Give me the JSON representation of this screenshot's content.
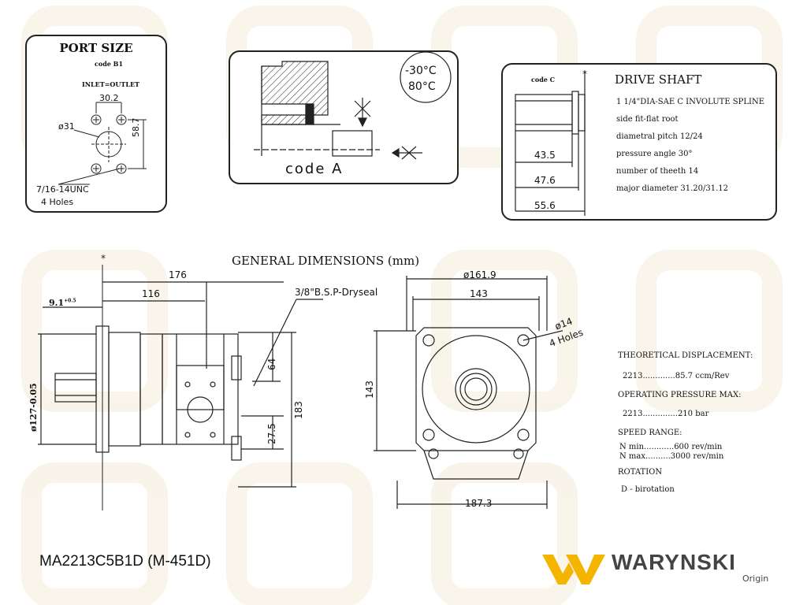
{
  "port_size": {
    "title": "PORT SIZE",
    "code": "code B1",
    "inlet_outlet": "INLET=OUTLET",
    "dim_horizontal": "30.2",
    "dim_vertical": "58.7",
    "dim_diameter": "ø31",
    "thread": "7/16-14UNC",
    "holes": "4 Holes"
  },
  "seal_panel": {
    "temp_low": "-30°C",
    "temp_high": "80°C",
    "code_label": "code A"
  },
  "drive_shaft": {
    "code": "code C",
    "title": "DRIVE SHAFT",
    "specs": [
      "1 1/4\"DIA-SAE C  INVOLUTE SPLINE",
      "side fit-flat root",
      "diametral pitch 12/24",
      "pressure angle  30°",
      "number of theeth  14",
      "major diameter  31.20/31.12"
    ],
    "dims": [
      "43.5",
      "47.6",
      "55.6"
    ]
  },
  "general": {
    "title": "GENERAL DIMENSIONS (mm)",
    "marker": "*",
    "dim_176": "176",
    "dim_116": "116",
    "dim_9_1": "9.1",
    "dim_9_1_tol": "+0.5",
    "thread_label": "3/8\"B.S.P-Dryseal",
    "dim_64": "64",
    "dim_27_5": "27.5",
    "dim_183": "183",
    "dim_127": "ø127-0.05",
    "dim_161_9": "ø161.9",
    "dim_143_top": "143",
    "dim_143_left": "143",
    "dim_14": "ø14",
    "holes": "4 Holes",
    "dim_187_3": "187.3"
  },
  "specs": {
    "displacement_label": "THEORETICAL DISPLACEMENT:",
    "displacement_value": "2213.............85.7 ccm/Rev",
    "pressure_label": "OPERATING PRESSURE MAX:",
    "pressure_value": "2213..............210 bar",
    "speed_label": "SPEED RANGE:",
    "speed_min": "N min............600 rev/min",
    "speed_max": "N max..........3000 rev/min",
    "rotation_label": "ROTATION",
    "rotation_value": "D - birotation"
  },
  "footer": {
    "model": "MA2213C5B1D (M-451D)",
    "brand": "WARYNSKI",
    "brand_sub": "Origin"
  },
  "colors": {
    "line": "#222222",
    "logo_yellow": "#f5b400",
    "watermark": "#f2ead8"
  }
}
